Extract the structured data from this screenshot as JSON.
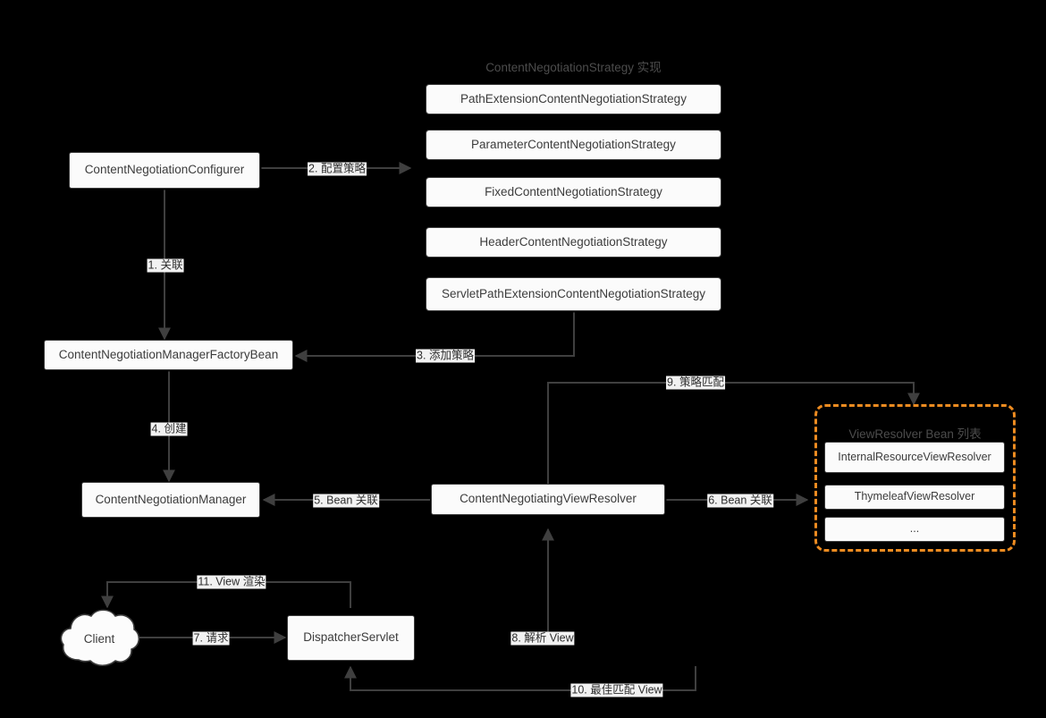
{
  "diagram": {
    "title": "Spring MVC ContentNegotiation / ViewResolver flow",
    "background": "#000000",
    "accent_orange": "#ED8B20",
    "node_fill": "#fbfbfb",
    "node_stroke": "#3b3b3b",
    "wire_color": "#3f3f3f",
    "group_title_color": "#4c4c4c"
  },
  "groups": {
    "strategy_group": {
      "title": "ContentNegotiationStrategy 实现",
      "items": [
        {
          "label": "PathExtensionContentNegotiationStrategy"
        },
        {
          "label": "ParameterContentNegotiationStrategy"
        },
        {
          "label": "FixedContentNegotiationStrategy"
        },
        {
          "label": "HeaderContentNegotiationStrategy"
        },
        {
          "label": "ServletPathExtensionContentNegotiationStrategy"
        }
      ]
    },
    "viewresolver_group": {
      "title": "ViewResolver Bean 列表",
      "items": [
        {
          "label": "InternalResourceViewResolver"
        },
        {
          "label": "ThymeleafViewResolver"
        },
        {
          "label": "..."
        }
      ]
    }
  },
  "nodes": {
    "configurer": {
      "label": "ContentNegotiationConfigurer"
    },
    "factory_bean": {
      "label": "ContentNegotiationManagerFactoryBean"
    },
    "manager": {
      "label": "ContentNegotiationManager"
    },
    "cnvr": {
      "label": "ContentNegotiatingViewResolver"
    },
    "dispatcher": {
      "label": "DispatcherServlet"
    },
    "client": {
      "label": "Client"
    }
  },
  "edges": [
    {
      "id": "e1",
      "label": "1. 关联"
    },
    {
      "id": "e2",
      "label": "2. 配置策略"
    },
    {
      "id": "e3",
      "label": "3. 添加策略"
    },
    {
      "id": "e4",
      "label": "4. 创建"
    },
    {
      "id": "e5",
      "label": "5. Bean 关联"
    },
    {
      "id": "e6",
      "label": "6. Bean 关联"
    },
    {
      "id": "e7",
      "label": "7. 请求"
    },
    {
      "id": "e8",
      "label": "8. 解析 View"
    },
    {
      "id": "e9",
      "label": "9. 策略匹配"
    },
    {
      "id": "e10",
      "label": "10. 最佳匹配 View"
    },
    {
      "id": "e11",
      "label": "11. View 渲染"
    }
  ]
}
